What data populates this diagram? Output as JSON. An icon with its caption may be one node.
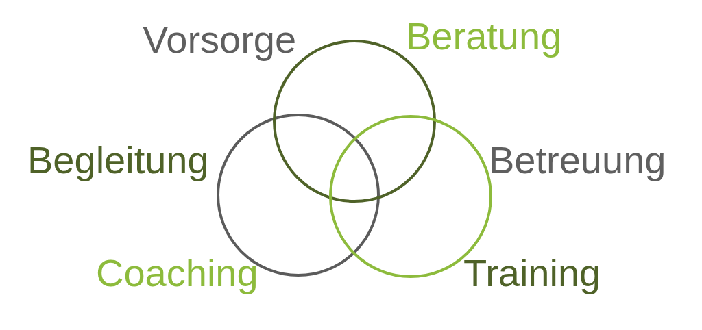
{
  "diagram": {
    "nodes": [
      {
        "text": [],
        "shape": "circle"
      },
      {
        "text": [],
        "shape": "circle"
      },
      {
        "text": [],
        "shape": "circle"
      }
    ],
    "labels": [
      "Vorsorge",
      "Beratung",
      "Begleitung",
      "Betreuung",
      "Coaching",
      "Training"
    ]
  }
}
